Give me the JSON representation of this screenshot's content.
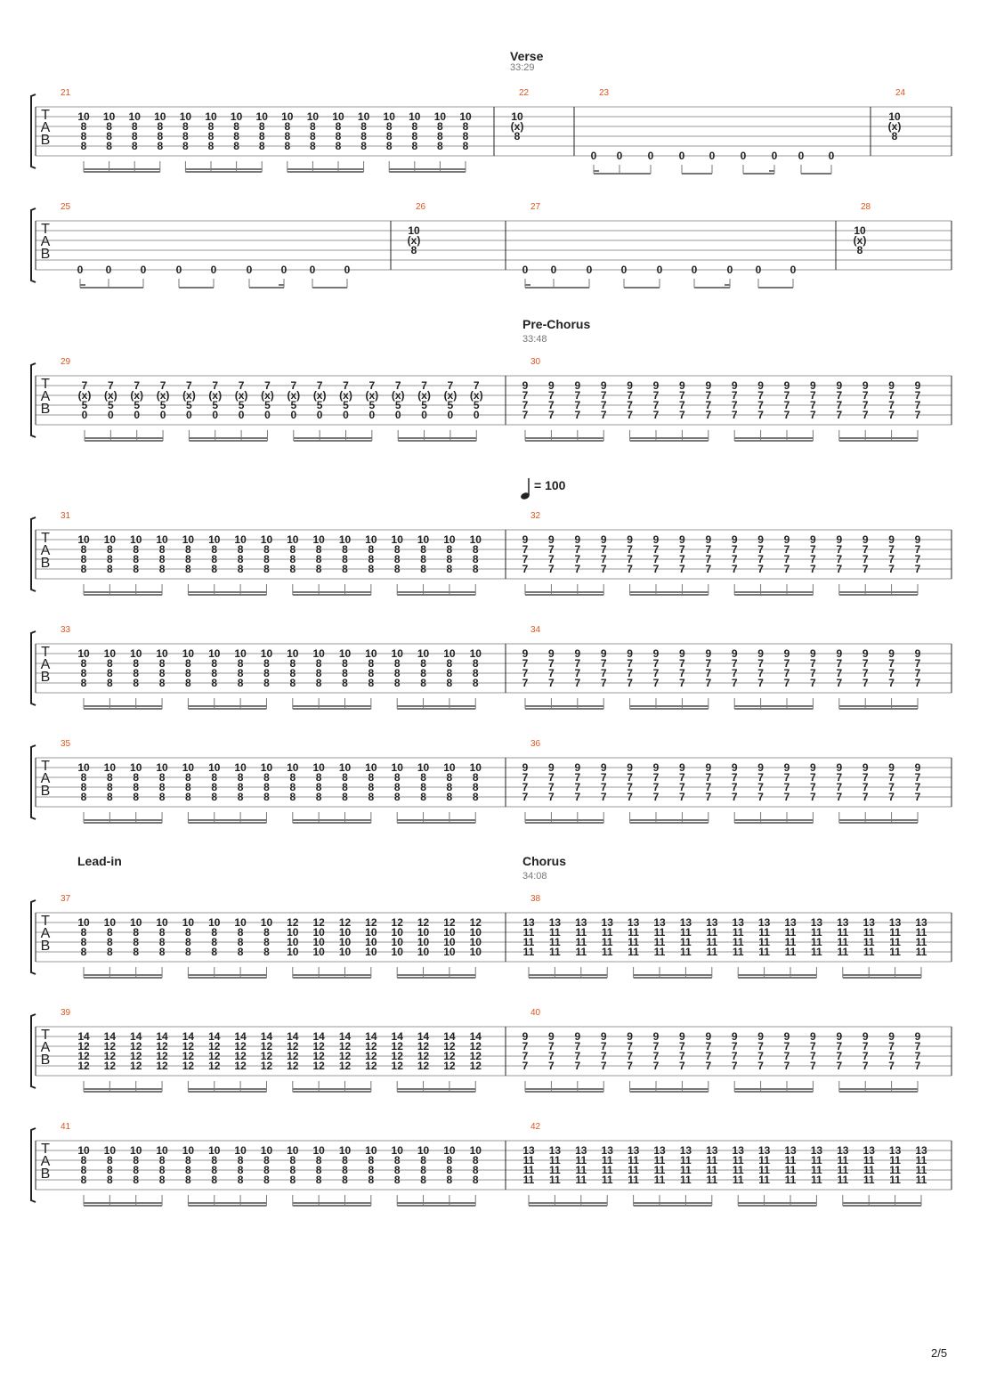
{
  "page": {
    "number": "2/5"
  },
  "tempo": {
    "text": "= 100"
  },
  "sections": [
    {
      "name": "Verse",
      "time": "33:29"
    },
    {
      "name": "Pre-Chorus",
      "time": "33:48"
    },
    {
      "name": "Lead-in",
      "time": ""
    },
    {
      "name": "Chorus",
      "time": "34:08"
    }
  ],
  "tab_label": [
    "T",
    "A",
    "B"
  ],
  "chords": {
    "A": [
      "10",
      "8",
      "8",
      "8"
    ],
    "B": [
      "9",
      "7",
      "7",
      "7"
    ],
    "C": [
      "12",
      "10",
      "10",
      "10"
    ],
    "D": [
      "13",
      "11",
      "11",
      "11"
    ],
    "E": [
      "14",
      "12",
      "12",
      "12"
    ],
    "F": [
      "7",
      "(x)",
      "5",
      "0"
    ],
    "X": [
      "10",
      "(x)",
      "8"
    ],
    "O": [
      "0"
    ]
  },
  "measures": [
    {
      "number": "21",
      "chords": "AAAAAAAAAAAAAAAA"
    },
    {
      "number": "22",
      "chords": "X"
    },
    {
      "number": "23",
      "chords": "OOOOOOOOO"
    },
    {
      "number": "24",
      "chords": "X"
    },
    {
      "number": "25",
      "chords": "OOOOOOOOO"
    },
    {
      "number": "26",
      "chords": "X"
    },
    {
      "number": "27",
      "chords": "OOOOOOOOO"
    },
    {
      "number": "28",
      "chords": "X"
    },
    {
      "number": "29",
      "chords": "FFFFFFFFFFFFFFFF"
    },
    {
      "number": "30",
      "chords": "BBBBBBBBBBBBBBBB"
    },
    {
      "number": "31",
      "chords": "AAAAAAAAAAAAAAAA"
    },
    {
      "number": "32",
      "chords": "BBBBBBBBBBBBBBBB"
    },
    {
      "number": "33",
      "chords": "AAAAAAAAAAAAAAAA"
    },
    {
      "number": "34",
      "chords": "BBBBBBBBBBBBBBBB"
    },
    {
      "number": "35",
      "chords": "AAAAAAAAAAAAAAAA"
    },
    {
      "number": "36",
      "chords": "BBBBBBBBBBBBBBBB"
    },
    {
      "number": "37",
      "chords": "AAAAAAAACCCCCCCC"
    },
    {
      "number": "38",
      "chords": "DDDDDDDDDDDDDDDD"
    },
    {
      "number": "39",
      "chords": "EEEEEEEEEEEEEEEE"
    },
    {
      "number": "40",
      "chords": "BBBBBBBBBBBBBBBB"
    },
    {
      "number": "41",
      "chords": "AAAAAAAAAAAAAAAA"
    },
    {
      "number": "42",
      "chords": "DDDDDDDDDDDDDDDD"
    }
  ],
  "colors": {
    "measure_number": "#e2541c",
    "staff_line": "#9a9a9a",
    "ink": "#222222",
    "beam": "#777777"
  }
}
